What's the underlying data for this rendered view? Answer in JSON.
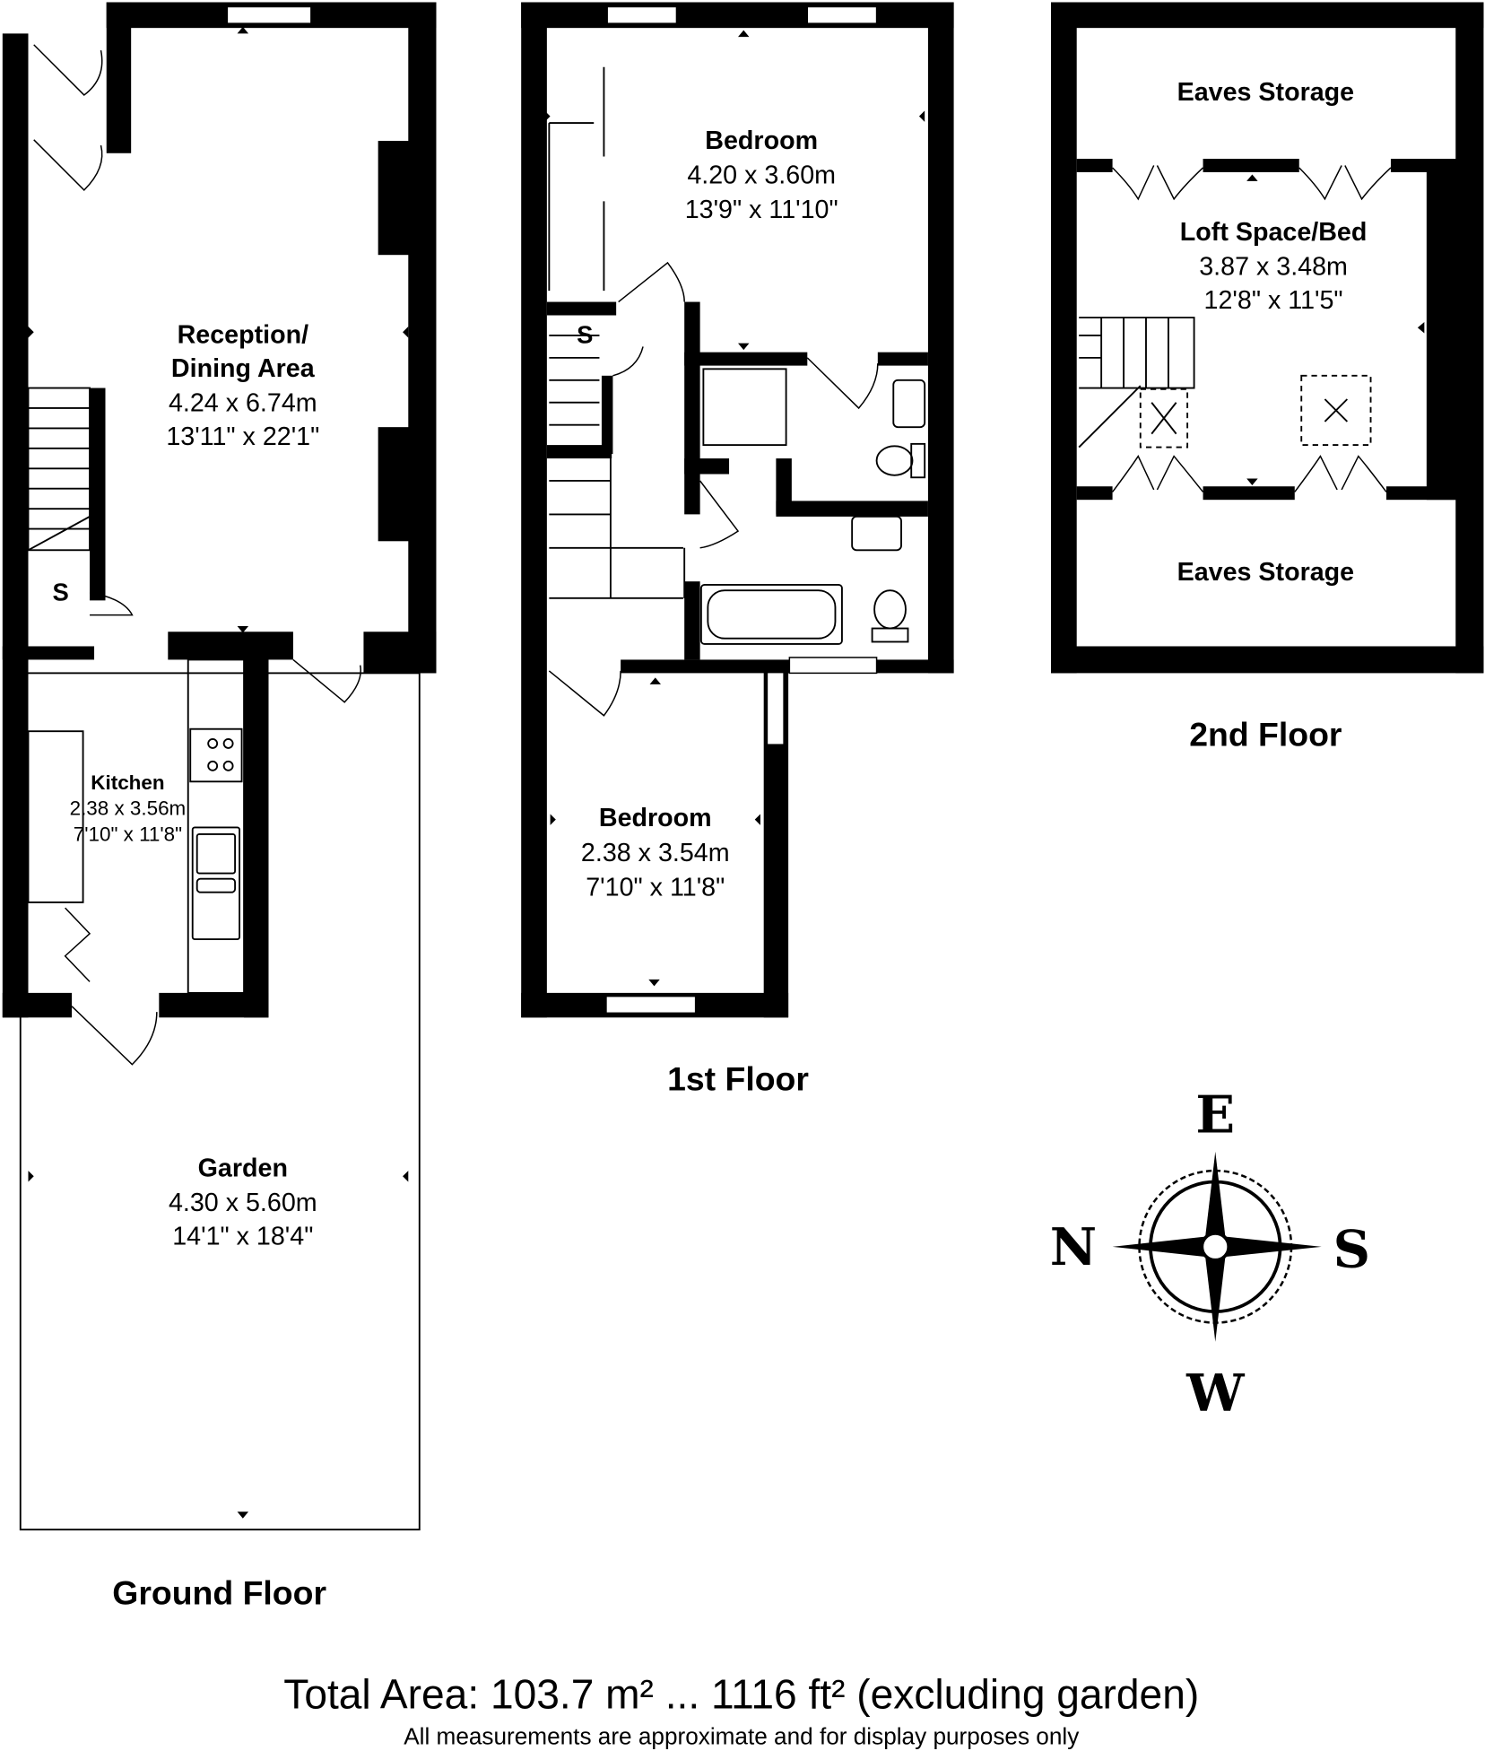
{
  "ground_floor": {
    "title": "Ground Floor",
    "rooms": [
      {
        "name": "Reception/",
        "name2": "Dining Area",
        "metric": "4.24 x 6.74m",
        "imperial": "13'11\" x 22'1\""
      },
      {
        "name": "Kitchen",
        "metric": "2.38 x 3.56m",
        "imperial": "7'10\" x 11'8\""
      },
      {
        "name": "Garden",
        "metric": "4.30 x 5.60m",
        "imperial": "14'1\" x 18'4\""
      }
    ],
    "storage_label": "S"
  },
  "first_floor": {
    "title": "1st Floor",
    "rooms": [
      {
        "name": "Bedroom",
        "metric": "4.20 x 3.60m",
        "imperial": "13'9\" x 11'10\""
      },
      {
        "name": "Bedroom",
        "metric": "2.38 x 3.54m",
        "imperial": "7'10\" x 11'8\""
      }
    ],
    "storage_label": "S"
  },
  "second_floor": {
    "title": "2nd Floor",
    "rooms": [
      {
        "name": "Eaves Storage"
      },
      {
        "name": "Loft Space/Bed",
        "metric": "3.87 x 3.48m",
        "imperial": "12'8\" x 11'5\""
      },
      {
        "name": "Eaves Storage"
      }
    ]
  },
  "compass": {
    "north": "N",
    "east": "E",
    "south": "S",
    "west": "W"
  },
  "footer": {
    "total_area": "Total Area: 103.7 m² ... 1116 ft² (excluding garden)",
    "disclaimer": "All measurements are approximate and for display purposes only"
  }
}
